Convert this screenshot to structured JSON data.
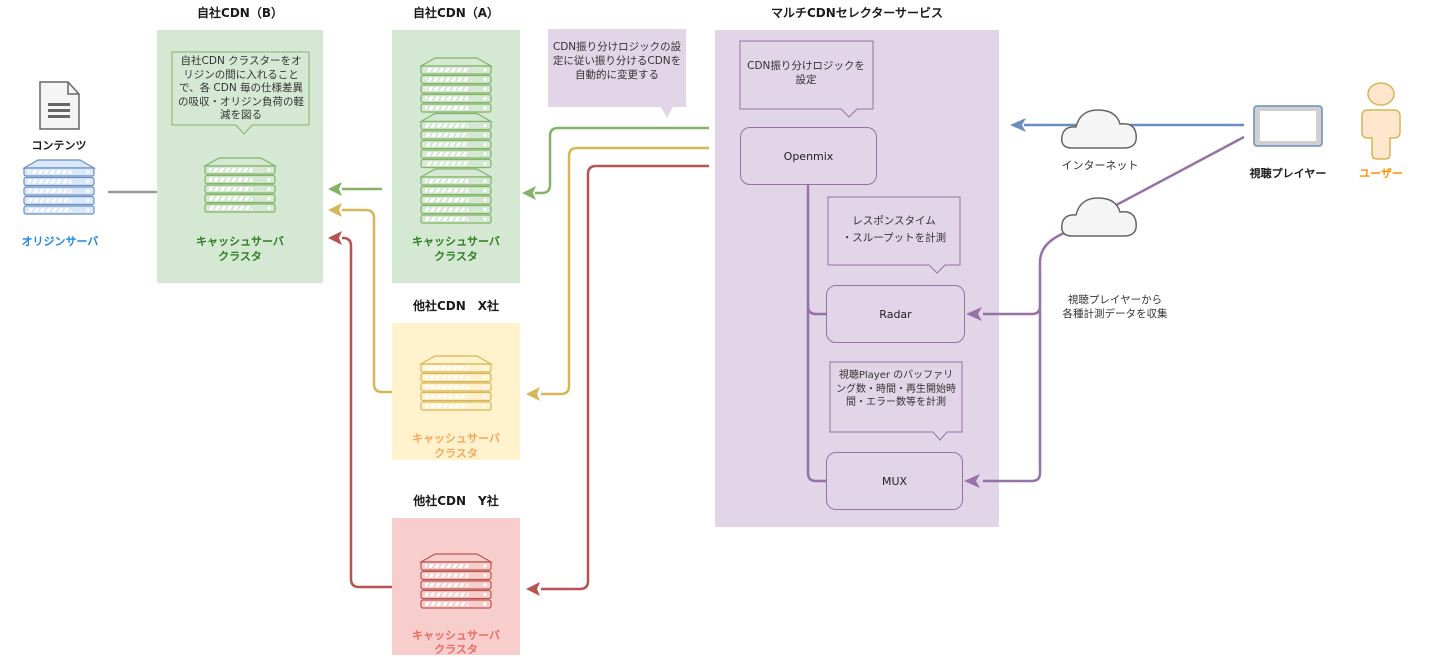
{
  "colors": {
    "green": "#82b366",
    "green_fill": "#d5e8d4",
    "green_text": "#2d7d1e",
    "yellow": "#d6b656",
    "yellow_fill": "#fff2cc",
    "yellow_text": "#f5a85c",
    "red": "#b85450",
    "red_fill": "#f8cecc",
    "red_text": "#ea6b66",
    "purple": "#9673a6",
    "purple_fill": "#e1d5e7",
    "blue": "#6c8ebf",
    "blue_text": "#1e88e5",
    "user_orange": "#ff9100"
  },
  "origin": {
    "content_label": "コンテンツ",
    "content_icon": "document-icon",
    "server_label": "オリジンサーバ",
    "server_icon": "server-stack-icon"
  },
  "cdn_b": {
    "title": "自社CDN（B）",
    "note": "自社CDN クラスターをオリジンの間に入れることで、各 CDN 毎の仕様差異の吸収・オリジン負荷の軽減を図る",
    "cluster_label_1": "キャッシュサーバ",
    "cluster_label_2": "クラスタ"
  },
  "cdn_a": {
    "title": "自社CDN（A）",
    "cluster_label_1": "キャッシュサーバ",
    "cluster_label_2": "クラスタ"
  },
  "cdn_x": {
    "title": "他社CDN　X社",
    "cluster_label_1": "キャッシュサーバ",
    "cluster_label_2": "クラスタ"
  },
  "cdn_y": {
    "title": "他社CDN　Y社",
    "cluster_label_1": "キャッシュサーバ",
    "cluster_label_2": "クラスタ"
  },
  "routing_note": "CDN振り分けロジックの設定に従い振り分けるCDNを自動的に変更する",
  "selector": {
    "title": "マルチCDNセレクターサービス",
    "logic_note": "CDN振り分けロジックを設定",
    "openmix": "Openmix",
    "radar_note_1": "レスポンスタイム",
    "radar_note_2": "・スループットを計測",
    "radar": "Radar",
    "mux_note": "視聴Player のバッファリング数・時間・再生開始時間・エラー数等を計測",
    "mux": "MUX"
  },
  "client": {
    "internet_label": "インターネット",
    "player_label": "視聴プレイヤー",
    "user_label": "ユーザー",
    "collect_note_1": "視聴プレイヤーから",
    "collect_note_2": "各種計測データを収集"
  }
}
